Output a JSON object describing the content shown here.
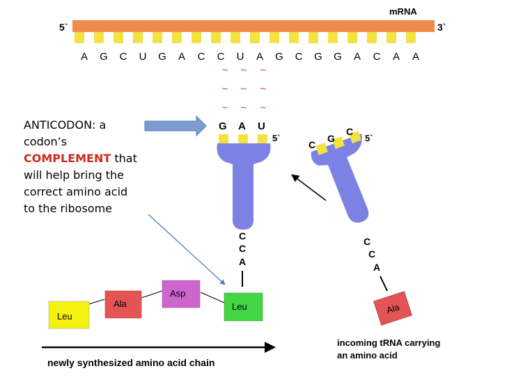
{
  "mrna": {
    "label": "mRNA",
    "five_prime": "5`",
    "three_prime": "3`",
    "bases": [
      "A",
      "G",
      "C",
      "U",
      "G",
      "A",
      "C",
      "C",
      "U",
      "A",
      "G",
      "C",
      "G",
      "G",
      "A",
      "C",
      "A",
      "A"
    ]
  },
  "pairing_mark": "~",
  "anticodon_note": {
    "line1": "ANTICODON: a",
    "line2": "codon’s",
    "emphasis": "COMPLEMENT",
    "after_emphasis": " that",
    "line4": "will help bring the",
    "line5": "correct amino acid",
    "line6": "to the ribosome"
  },
  "bound_trna": {
    "anticodon": [
      "G",
      "A",
      "U"
    ],
    "five_prime": "5`",
    "tail": [
      "C",
      "C",
      "A"
    ],
    "amino_acid": "Leu"
  },
  "incoming_trna": {
    "anticodon": [
      "C",
      "G",
      "C"
    ],
    "five_prime": "5`",
    "tail": [
      "C",
      "C",
      "A"
    ],
    "amino_acid": "Ala"
  },
  "chain": [
    {
      "label": "Leu"
    },
    {
      "label": "Ala"
    },
    {
      "label": "Asp"
    }
  ],
  "chain_caption": "newly synthesized amino acid chain",
  "incoming_caption": [
    "incoming tRNA carrying",
    "an amino acid"
  ],
  "colors": {
    "mrna": "#f08a4b",
    "base": "#f4e242",
    "trna": "#7b82e4",
    "leu_yellow": "#f4f20e",
    "ala_red": "#e35454",
    "asp_purple": "#cc66cc",
    "leu_green": "#44d544",
    "pairing": "#e04545",
    "pointer_arrow": "#4f81bd",
    "emphasis": "#cc2a1f"
  }
}
